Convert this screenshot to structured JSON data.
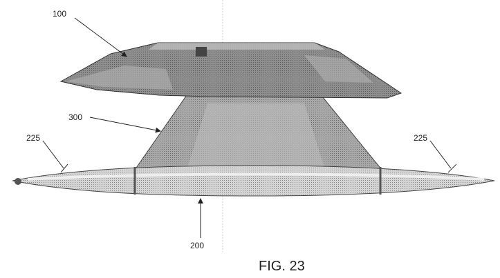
{
  "figure": {
    "title": "FIG. 23",
    "labels": {
      "upper_body": "100",
      "support_structure": "300",
      "fin_left": "225",
      "fin_right": "225",
      "hull": "200"
    }
  },
  "colors": {
    "body_dark": "#8e8e8e",
    "body_mid": "#b4b4b4",
    "hull_light": "#d4d4d4",
    "line": "#333333"
  }
}
